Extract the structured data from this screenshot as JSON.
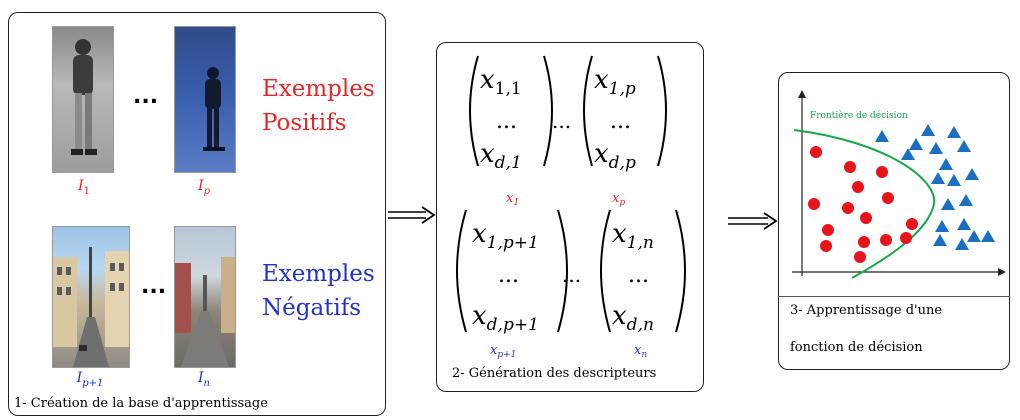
{
  "panel1": {
    "caption": "1- Création de la base d'apprentissage",
    "dots": "...",
    "pos_label_line1": "Exemples",
    "pos_label_line2": "Positifs",
    "neg_label_line1": "Exemples",
    "neg_label_line2": "Négatifs",
    "img_labels": {
      "i1": "I",
      "i1_sub": "1",
      "ip": "I",
      "ip_sub": "p",
      "ip1": "I",
      "ip1_sub": "p+1",
      "in": "I",
      "in_sub": "n"
    },
    "colors": {
      "positive": "#e8262a",
      "negative": "#2231c8"
    }
  },
  "panel2": {
    "caption": "2- Génération des descripteurs",
    "dots": "...",
    "matrices": [
      {
        "top": "x",
        "top_sub": "1,1",
        "mid": "...",
        "bot": "x",
        "bot_sub": "d,1",
        "label": "x",
        "label_sub": "1"
      },
      {
        "top": "x",
        "top_sub": "1,p",
        "mid": "...",
        "bot": "x",
        "bot_sub": "d,p",
        "label": "x",
        "label_sub": "p"
      },
      {
        "top": "x",
        "top_sub": "1,p+1",
        "mid": "...",
        "bot": "x",
        "bot_sub": "d,p+1",
        "label": "x",
        "label_sub": "p+1"
      },
      {
        "top": "x",
        "top_sub": "1,n",
        "mid": "...",
        "bot": "x",
        "bot_sub": "d,n",
        "label": "x",
        "label_sub": "n"
      }
    ]
  },
  "panel3": {
    "caption_line1": "3- Apprentissage d'une",
    "caption_line2": "fonction de décision",
    "boundary_label": "Frontière de décision",
    "colors": {
      "circle": "#e8141b",
      "triangle": "#1a6fc0",
      "boundary": "#1aa64a"
    }
  }
}
